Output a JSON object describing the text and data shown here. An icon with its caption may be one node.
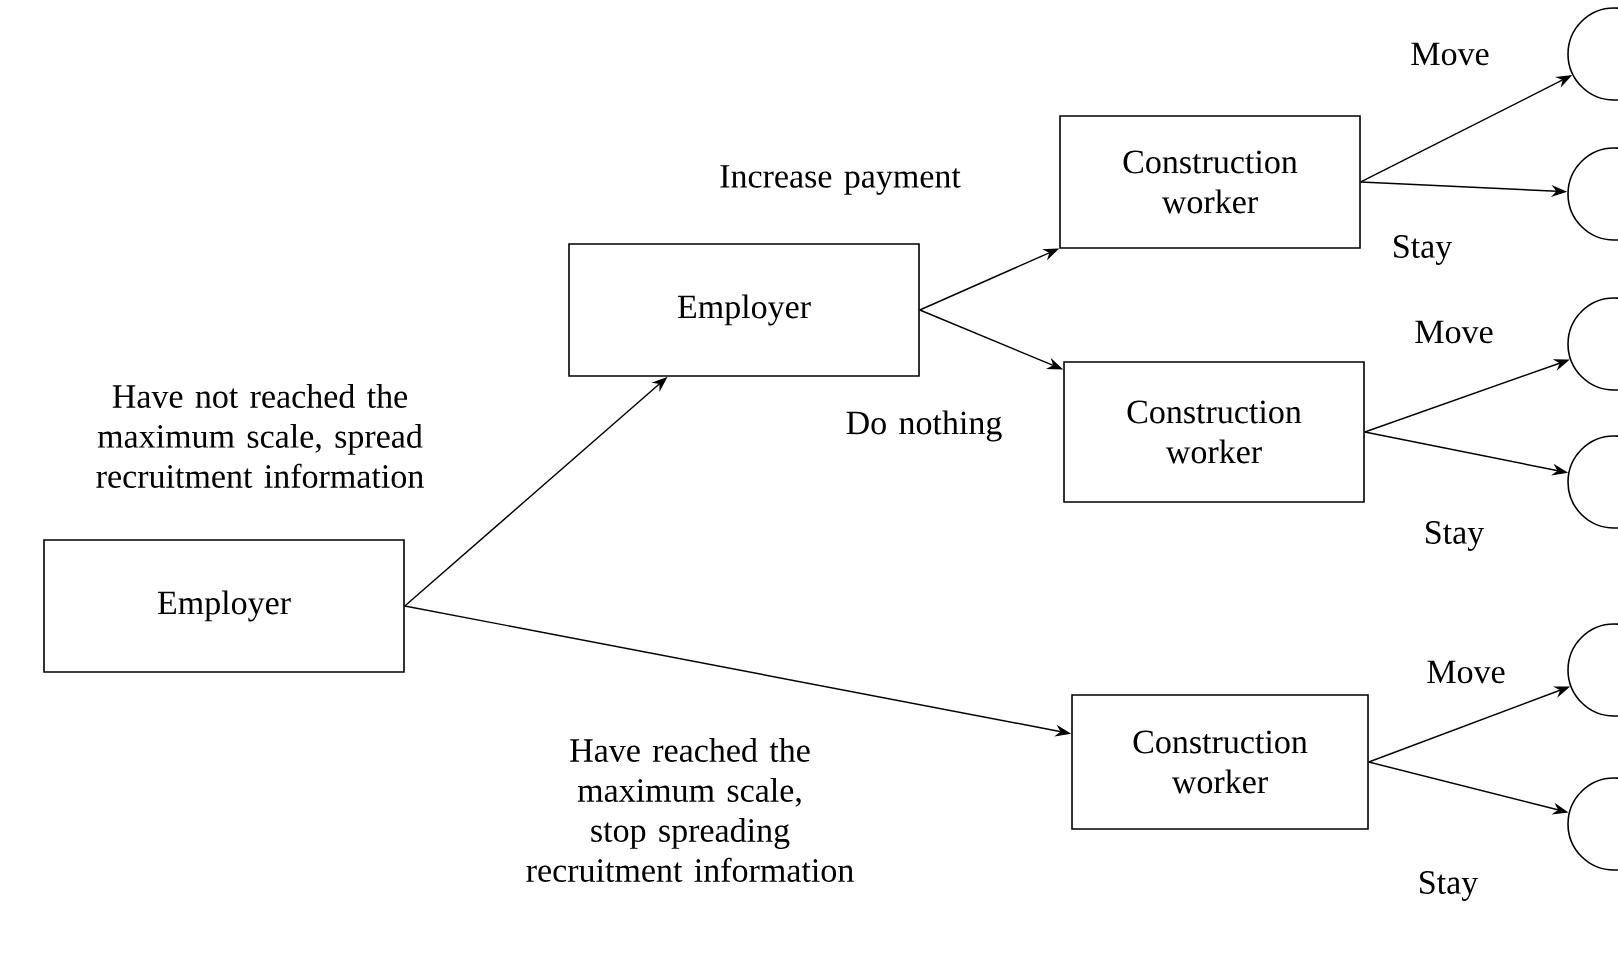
{
  "diagram": {
    "nodes": [
      {
        "text": [
          "Employer"
        ]
      },
      {
        "text": [
          "Employer"
        ]
      },
      {
        "text": [
          "Construction worker"
        ]
      },
      {
        "text": [
          "Construction worker"
        ]
      },
      {
        "text": [
          "Construction worker"
        ]
      },
      {
        "text": [],
        "shape": "circle"
      },
      {
        "text": [],
        "shape": "circle"
      },
      {
        "text": [],
        "shape": "circle"
      },
      {
        "text": [],
        "shape": "circle"
      },
      {
        "text": [],
        "shape": "circle"
      },
      {
        "text": [],
        "shape": "circle"
      }
    ],
    "edges": [
      {
        "from": 0,
        "to": 1,
        "arrow": "to",
        "label": "Have not reached the maximum scale, spread recruitment information"
      },
      {
        "from": 0,
        "to": 4,
        "arrow": "to",
        "label": "Have reached the maximum scale, stop spreading recruitment information"
      },
      {
        "from": 1,
        "to": 2,
        "arrow": "to",
        "label": "Increase payment"
      },
      {
        "from": 1,
        "to": 3,
        "arrow": "to",
        "label": "Do nothing"
      },
      {
        "from": 2,
        "to": 5,
        "arrow": "to",
        "label": "Move"
      },
      {
        "from": 2,
        "to": 6,
        "arrow": "to",
        "label": "Stay"
      },
      {
        "from": 3,
        "to": 7,
        "arrow": "to",
        "label": "Move"
      },
      {
        "from": 3,
        "to": 8,
        "arrow": "to",
        "label": "Stay"
      },
      {
        "from": 4,
        "to": 9,
        "arrow": "to",
        "label": "Move"
      },
      {
        "from": 4,
        "to": 10,
        "arrow": "to",
        "label": "Stay"
      }
    ]
  }
}
